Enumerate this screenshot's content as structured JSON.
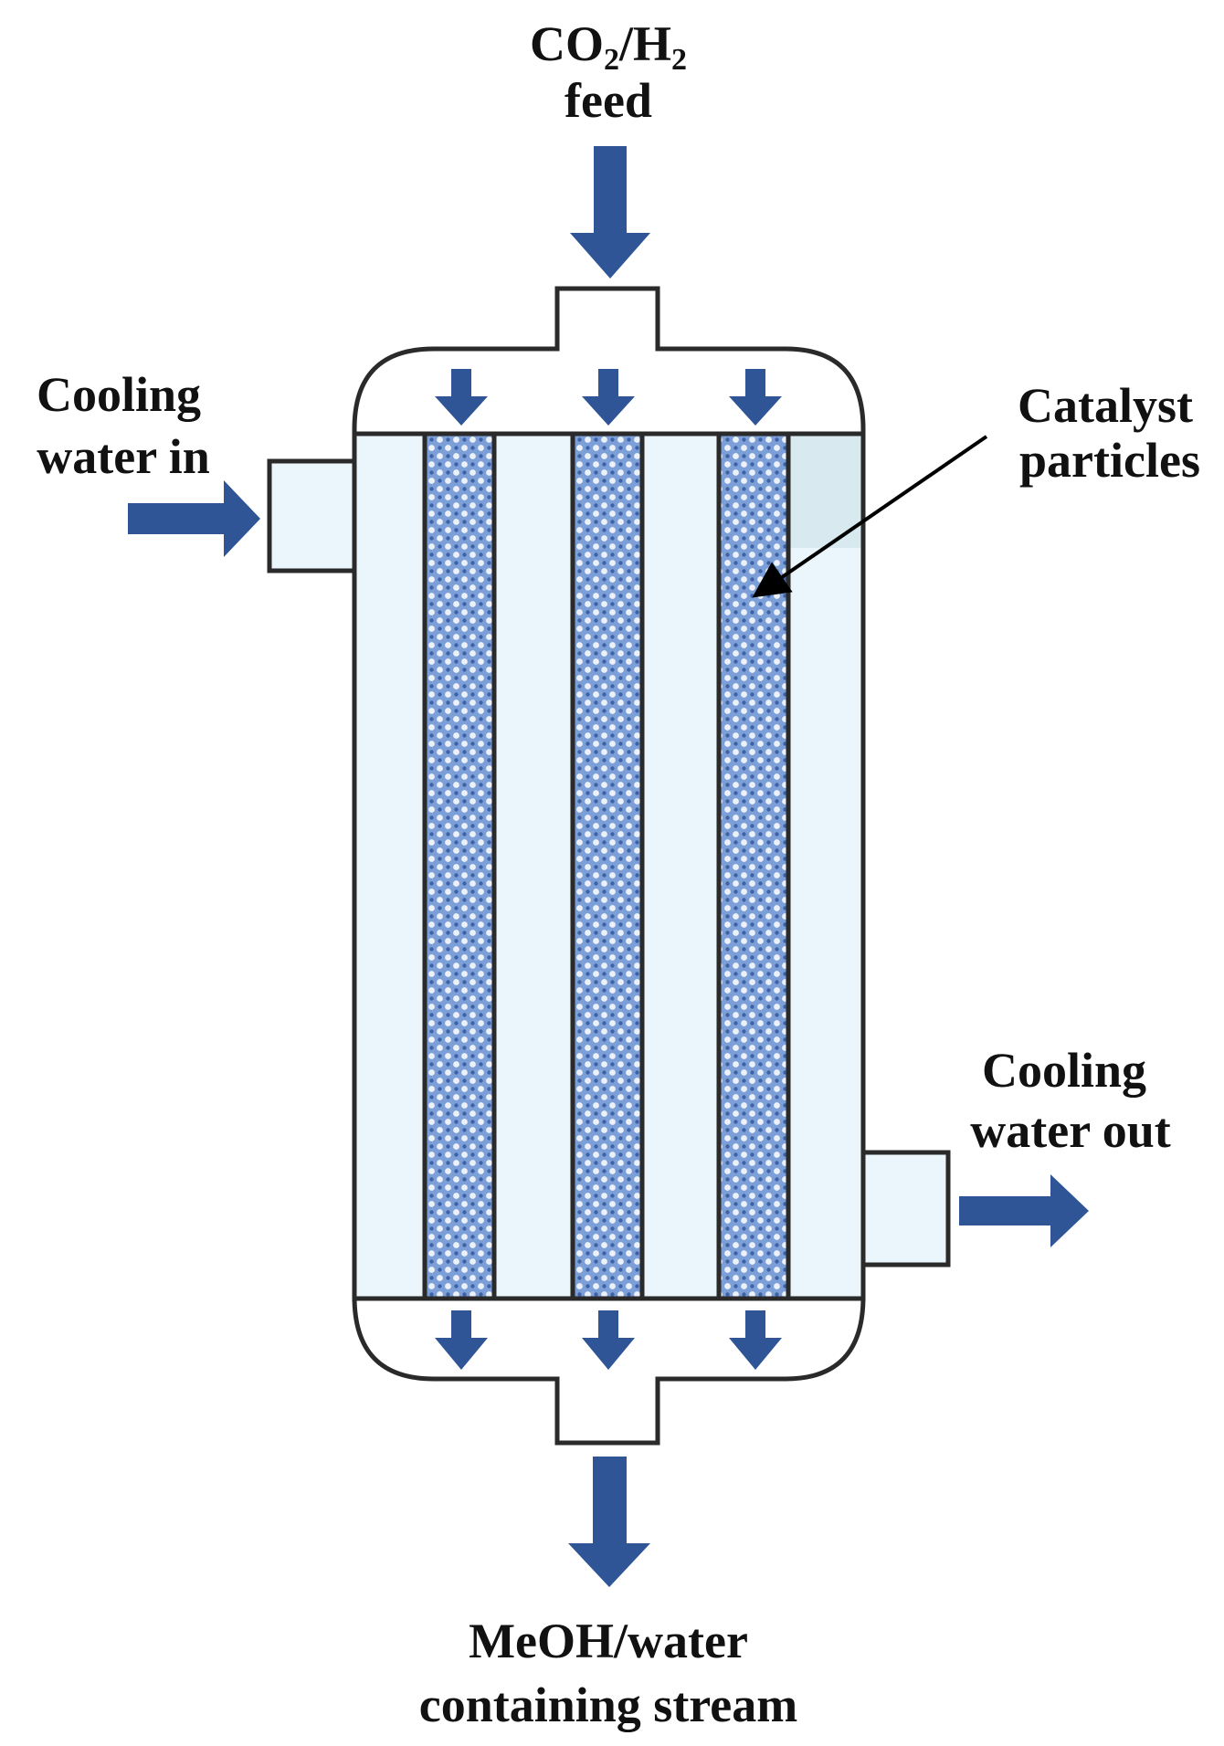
{
  "labels": {
    "feed_line1_a": "CO",
    "feed_line1_sub1": "2",
    "feed_line1_b": "/H",
    "feed_line1_sub2": "2",
    "feed_line2": "feed",
    "cooling_in_line1": "Cooling",
    "cooling_in_line2": "water in",
    "catalyst_line1": "Catalyst",
    "catalyst_line2": "particles",
    "cooling_out_line1": "Cooling",
    "cooling_out_line2": "water out",
    "outlet_line1": "MeOH/water",
    "outlet_line2": "containing stream"
  },
  "colors": {
    "arrow": "#2f5597",
    "shell_fill": "#eaf6fb",
    "outline": "#2a2a2a",
    "tube_fill": "#7d9fd8"
  },
  "icons": {
    "flow_arrow": "block-arrow",
    "pointer_arrow": "thin-arrow"
  }
}
